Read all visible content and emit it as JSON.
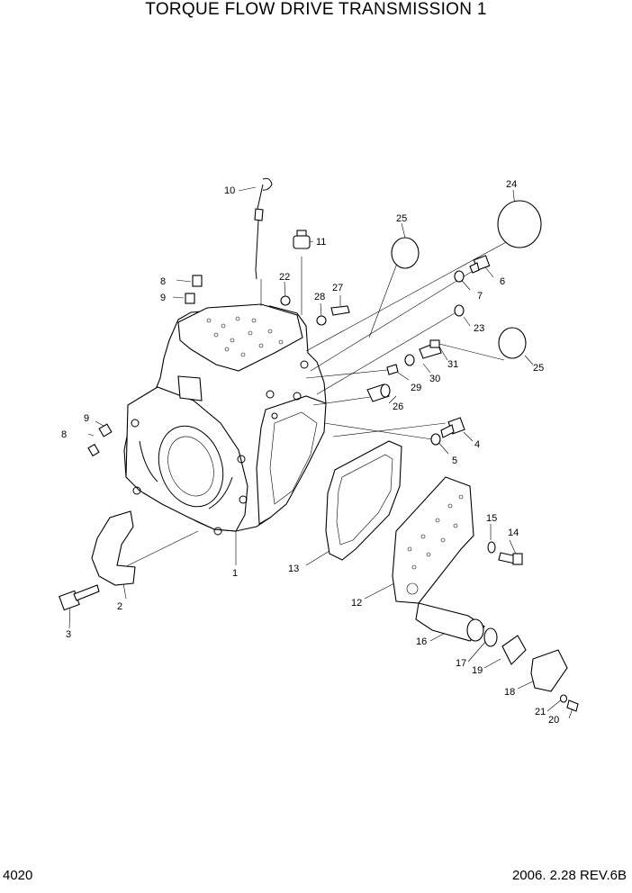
{
  "header": {
    "title": "TORQUE FLOW DRIVE TRANSMISSION 1"
  },
  "footer": {
    "page_code": "4020",
    "date_rev": "2006. 2.28  REV.6B"
  },
  "callouts": [
    {
      "id": "c1",
      "label": "1"
    },
    {
      "id": "c2",
      "label": "2"
    },
    {
      "id": "c3",
      "label": "3"
    },
    {
      "id": "c4",
      "label": "4"
    },
    {
      "id": "c5",
      "label": "5"
    },
    {
      "id": "c6",
      "label": "6"
    },
    {
      "id": "c7",
      "label": "7"
    },
    {
      "id": "c8a",
      "label": "8"
    },
    {
      "id": "c8b",
      "label": "8"
    },
    {
      "id": "c9a",
      "label": "9"
    },
    {
      "id": "c9b",
      "label": "9"
    },
    {
      "id": "c10",
      "label": "10"
    },
    {
      "id": "c11",
      "label": "11"
    },
    {
      "id": "c12",
      "label": "12"
    },
    {
      "id": "c13",
      "label": "13"
    },
    {
      "id": "c14",
      "label": "14"
    },
    {
      "id": "c15",
      "label": "15"
    },
    {
      "id": "c16",
      "label": "16"
    },
    {
      "id": "c17",
      "label": "17"
    },
    {
      "id": "c18",
      "label": "18"
    },
    {
      "id": "c19",
      "label": "19"
    },
    {
      "id": "c20",
      "label": "20"
    },
    {
      "id": "c21",
      "label": "21"
    },
    {
      "id": "c22",
      "label": "22"
    },
    {
      "id": "c23",
      "label": "23"
    },
    {
      "id": "c24",
      "label": "24"
    },
    {
      "id": "c25a",
      "label": "25"
    },
    {
      "id": "c25b",
      "label": "25"
    },
    {
      "id": "c26",
      "label": "26"
    },
    {
      "id": "c27",
      "label": "27"
    },
    {
      "id": "c28",
      "label": "28"
    },
    {
      "id": "c29",
      "label": "29"
    },
    {
      "id": "c30",
      "label": "30"
    },
    {
      "id": "c31",
      "label": "31"
    }
  ]
}
